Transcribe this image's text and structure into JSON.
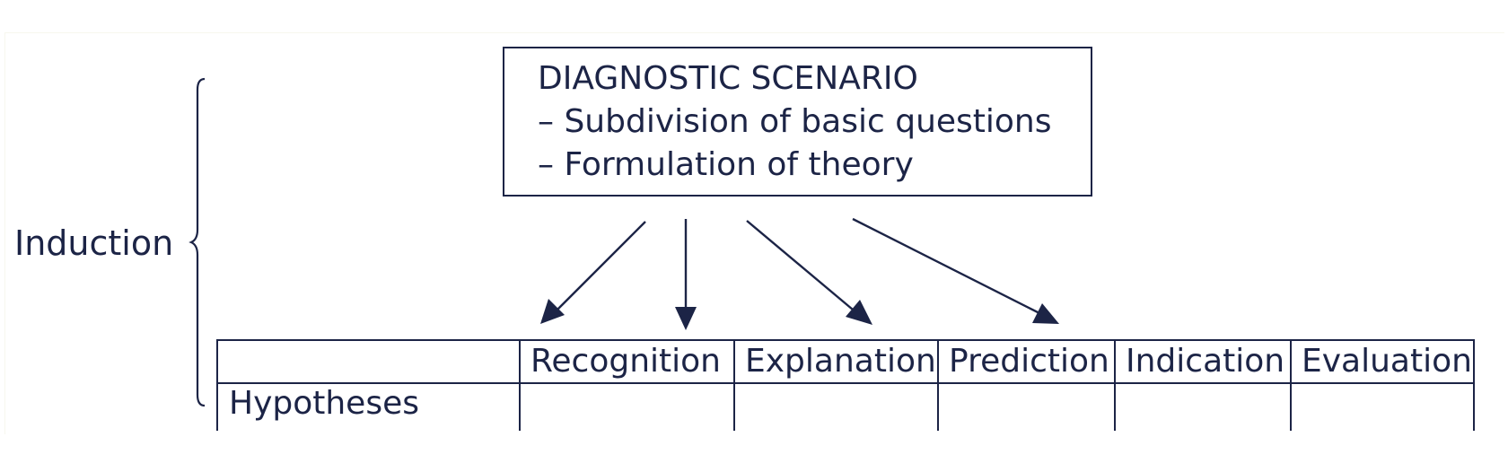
{
  "side_label": "Induction",
  "scenario": {
    "title": "DIAGNOSTIC SCENARIO",
    "items": [
      "– Subdivision of basic questions",
      "– Formulation of theory"
    ]
  },
  "table": {
    "columns": [
      "Recognition",
      "Explanation",
      "Prediction",
      "Indication",
      "Evaluation"
    ],
    "rows": [
      {
        "label": "Hypotheses",
        "cells": [
          "",
          "",
          "",
          "",
          ""
        ]
      }
    ]
  },
  "colors": {
    "ink": "#1c2446",
    "background": "#ffffff"
  }
}
